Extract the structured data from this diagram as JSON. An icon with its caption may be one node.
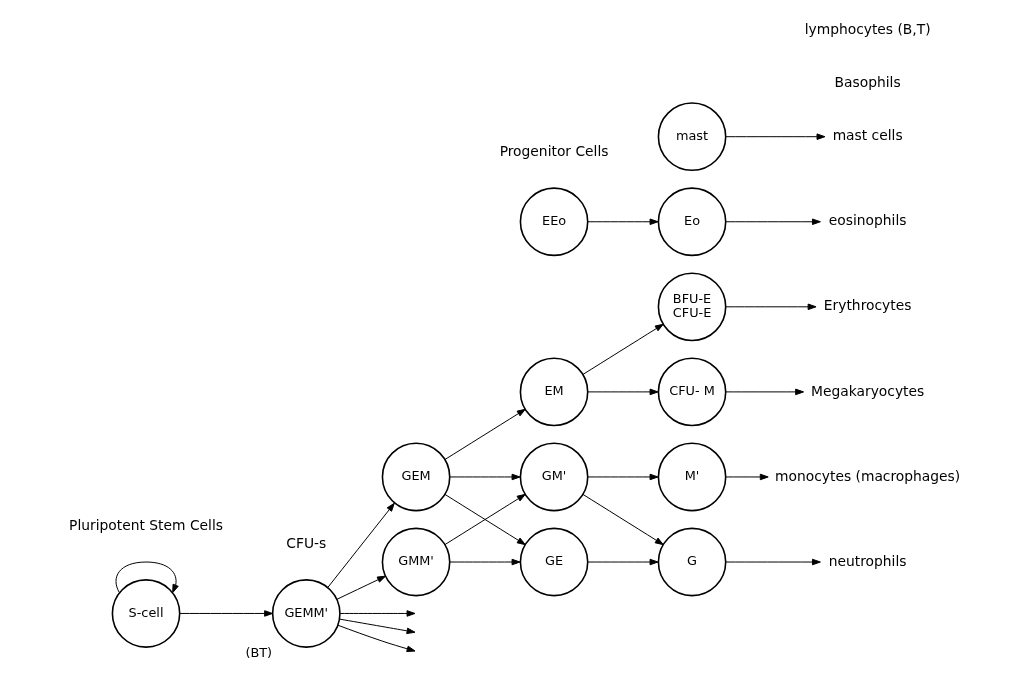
{
  "diagram": {
    "nodes": [
      {
        "text": [
          "S-cell"
        ]
      },
      {
        "text": [
          "GEMM'"
        ],
        "beside": [
          "(BT)"
        ]
      },
      {
        "text": [
          "GEM"
        ]
      },
      {
        "text": [
          "GMM'"
        ]
      },
      {
        "text": [
          "EM"
        ]
      },
      {
        "text": [
          "GM'"
        ]
      },
      {
        "text": [
          "GE"
        ]
      },
      {
        "text": [
          "EEo"
        ]
      },
      {
        "text": [
          "BFU-E",
          "CFU-E"
        ]
      },
      {
        "text": [
          "CFU- M"
        ]
      },
      {
        "text": [
          "G"
        ]
      },
      {
        "text": [
          "M'"
        ]
      },
      {
        "text": [
          "Eo"
        ]
      },
      {
        "text": [
          "mast"
        ]
      },
      {
        "text": [
          "Erythrocytes"
        ]
      },
      {
        "text": [
          "Megakaryocytes"
        ]
      },
      {
        "text": [
          "neutrophils"
        ]
      },
      {
        "text": [
          "monocytes (macrophages)"
        ]
      },
      {
        "text": [
          "eosinophils"
        ]
      },
      {
        "text": [
          "mast cells"
        ]
      }
    ],
    "edges": [
      {
        "from": 0,
        "to": 0,
        "arrow": "to"
      },
      {
        "from": 0,
        "to": 1,
        "arrow": "to"
      },
      {
        "from": 1,
        "to": null,
        "arrow": "to"
      },
      {
        "from": 1,
        "to": 2,
        "arrow": "to"
      },
      {
        "from": 1,
        "to": 3,
        "arrow": "to"
      },
      {
        "from": 1,
        "to": null,
        "arrow": "to"
      },
      {
        "from": 1,
        "to": null,
        "arrow": "to"
      },
      {
        "from": 2,
        "to": 4,
        "arrow": "to"
      },
      {
        "from": 2,
        "to": 5,
        "arrow": "to"
      },
      {
        "from": 2,
        "to": 6,
        "arrow": "to"
      },
      {
        "from": 3,
        "to": 5,
        "arrow": "to"
      },
      {
        "from": 3,
        "to": 6,
        "arrow": "to"
      },
      {
        "from": 4,
        "to": 8,
        "arrow": "to"
      },
      {
        "from": 4,
        "to": 9,
        "arrow": "to"
      },
      {
        "from": 5,
        "to": 10,
        "arrow": "to"
      },
      {
        "from": 5,
        "to": 11,
        "arrow": "to"
      },
      {
        "from": 6,
        "to": 10,
        "arrow": "to"
      },
      {
        "from": 7,
        "to": 12,
        "arrow": "to"
      },
      {
        "from": 8,
        "to": 14,
        "arrow": "to"
      },
      {
        "from": 9,
        "to": 15,
        "arrow": "to"
      },
      {
        "from": 10,
        "to": 16,
        "arrow": "to"
      },
      {
        "from": 11,
        "to": 17,
        "arrow": "to"
      },
      {
        "from": 12,
        "to": 18,
        "arrow": "to"
      },
      {
        "from": 13,
        "to": 19,
        "arrow": "to"
      }
    ],
    "labels": [
      "Pluripotent Stem Cells",
      "Progenitor Cells",
      "CFU-s",
      "Basophils",
      "lymphocytes (B,T)"
    ]
  }
}
